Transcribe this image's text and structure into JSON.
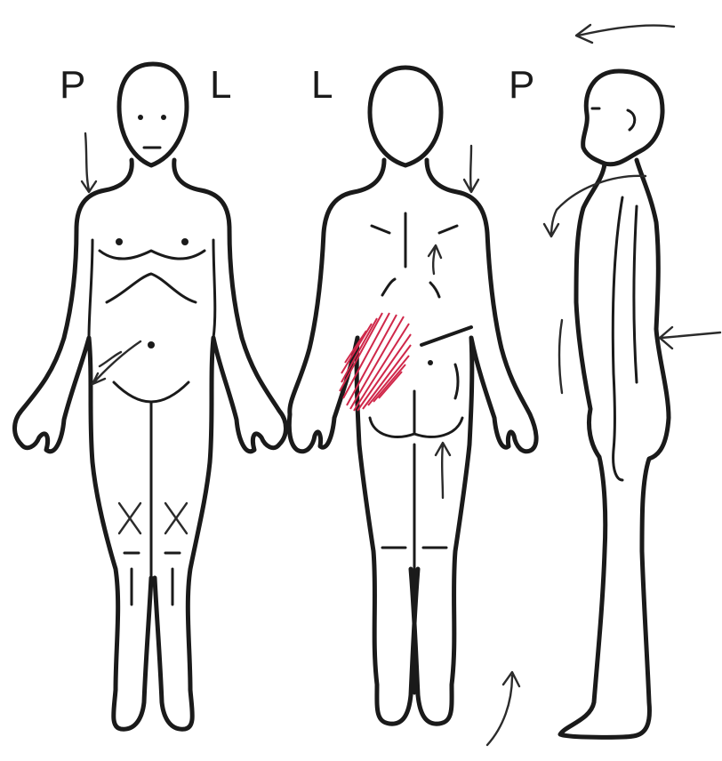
{
  "labels": {
    "front_right": "P",
    "front_left": "L",
    "back_left": "L",
    "back_right": "P"
  },
  "colors": {
    "outline": "#1a1a1a",
    "pen": "#2b2b2b",
    "pain_hatch": "#d0284a"
  },
  "views": [
    "front",
    "back",
    "side"
  ]
}
